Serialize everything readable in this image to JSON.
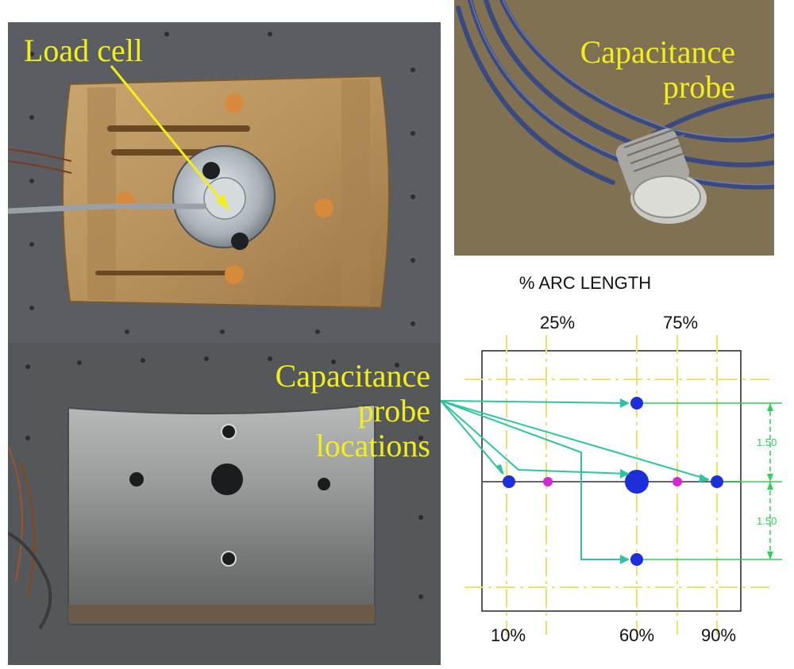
{
  "annotations": {
    "load_cell": "Load cell",
    "capacitance_probe_line1": "Capacitance",
    "capacitance_probe_line2": "probe",
    "probe_locations_line1": "Capacitance",
    "probe_locations_line2": "probe",
    "probe_locations_line3": "locations"
  },
  "diagram": {
    "title": "% ARC LENGTH",
    "top_ticks": [
      "25%",
      "75%"
    ],
    "bottom_ticks": [
      "10%",
      "60%",
      "90%"
    ],
    "dimensions": [
      "1.50",
      "1.50"
    ]
  },
  "colors": {
    "annotation": "#f2ee1a",
    "arrow": "#2fc3a0",
    "grid_line": "#e9e36a",
    "probe_blue": "#1c2fd8",
    "probe_magenta": "#d22ad2"
  }
}
